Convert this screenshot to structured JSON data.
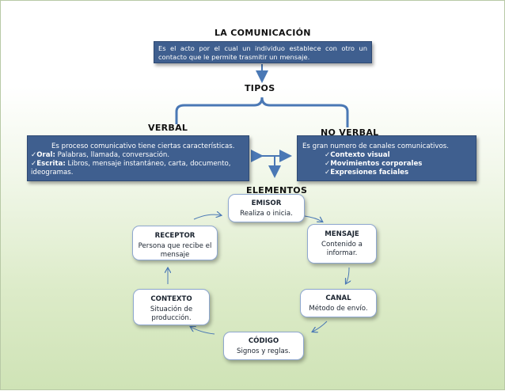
{
  "title": "LA COMUNICACIÓN",
  "definition": "Es el acto por el cual un individuo establece con otro un contacto que le permite trasmitir un mensaje.",
  "tipos_label": "TIPOS",
  "verbal": {
    "label": "VERBAL",
    "intro": "Es proceso comunicativo  tiene ciertas características.",
    "items": [
      {
        "check": "✓",
        "term": "Oral:",
        "text": " Palabras, llamada,  conversación."
      },
      {
        "check": "✓",
        "term": "Escrita:",
        "text": " Libros, mensaje instantáneo, carta, documento, ideogramas."
      }
    ]
  },
  "no_verbal": {
    "label": "NO VERBAL",
    "intro": "Es gran numero de canales comunicativos.",
    "items": [
      "Contexto visual",
      "Movimientos corporales",
      "Expresiones faciales"
    ],
    "check": "✓"
  },
  "elementos_label": "ELEMENTOS",
  "elements": {
    "emisor": {
      "name": "EMISOR",
      "desc": "Realiza o inicia."
    },
    "mensaje": {
      "name": "MENSAJE",
      "desc": "Contenido a informar."
    },
    "canal": {
      "name": "CANAL",
      "desc": "Método de envío."
    },
    "codigo": {
      "name": "CÓDIGO",
      "desc": "Signos y reglas."
    },
    "contexto": {
      "name": "CONTEXTO",
      "desc": "Situación de producción."
    },
    "receptor": {
      "name": "RECEPTOR",
      "desc": "Persona que recibe el mensaje"
    }
  },
  "colors": {
    "box_fill": "#3f5f8f",
    "connector": "#4a78b5",
    "node_border": "#8ea7cf"
  }
}
